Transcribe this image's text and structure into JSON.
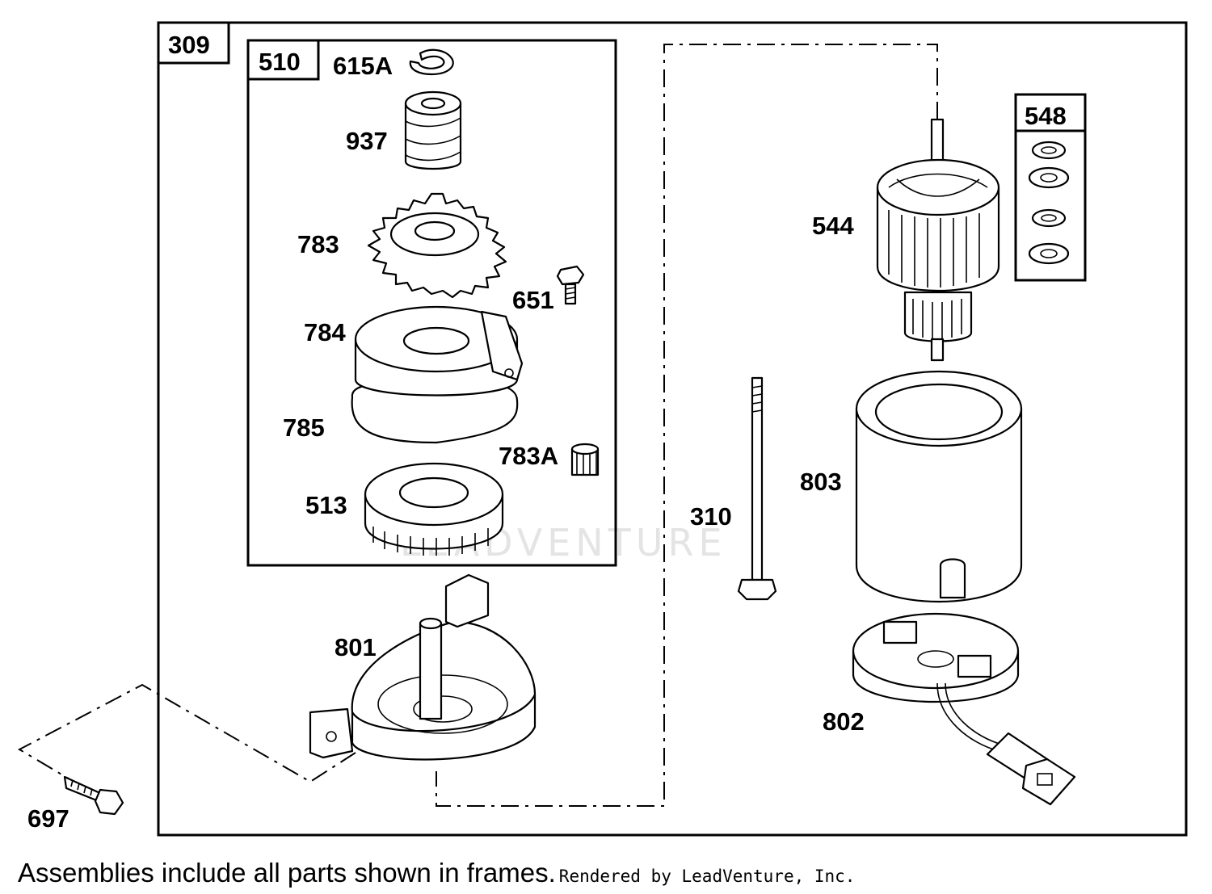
{
  "frames": {
    "outer": "309",
    "inner": "510",
    "washers": "548"
  },
  "parts": {
    "p615A": "615A",
    "p937": "937",
    "p783": "783",
    "p651": "651",
    "p784": "784",
    "p785": "785",
    "p783A": "783A",
    "p513": "513",
    "p801": "801",
    "p697": "697",
    "p544": "544",
    "p310": "310",
    "p803": "803",
    "p802": "802"
  },
  "watermark": "LEADVENTURE",
  "footer": {
    "note": "Assemblies include all parts shown in frames.",
    "credit": "Rendered by LeadVenture, Inc."
  }
}
